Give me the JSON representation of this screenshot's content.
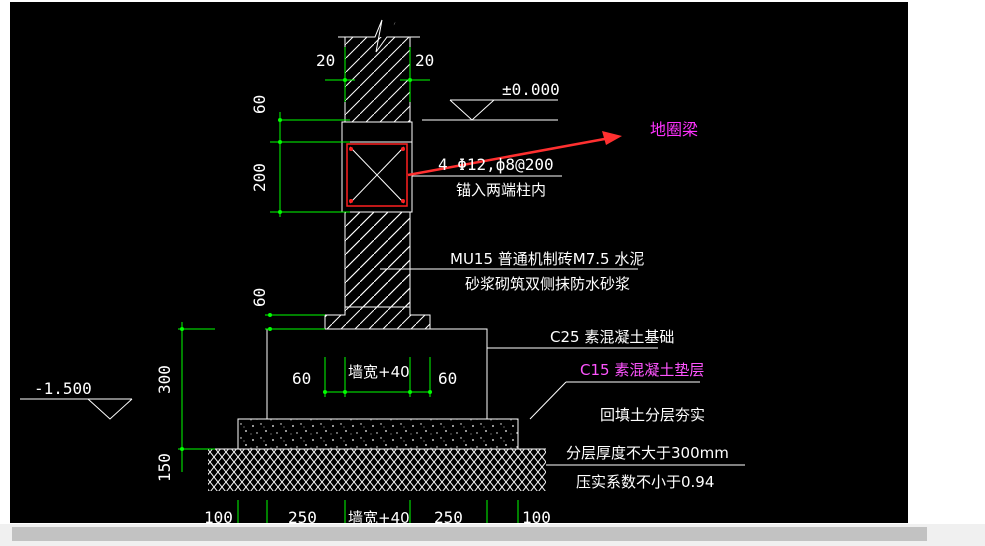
{
  "drawing": {
    "labels": {
      "dim_wall_left": "20",
      "dim_wall_right": "20",
      "elevation_top": "±0.000",
      "dim_60_top": "60",
      "dim_200": "200",
      "rebar_spec": "4 Φ12,ф8@200",
      "anchor_note": "锚入两端柱内",
      "brick_spec_1": "MU15 普通机制砖M7.5 水泥",
      "brick_spec_2": "砂浆砌筑双侧抹防水砂浆",
      "dim_60_mid": "60",
      "footing_spec": "C25 素混凝土基础",
      "cushion_spec": "C15 素混凝土垫层",
      "dim_300": "300",
      "dim_60_left": "60",
      "wall_width_plus": "墙宽+40",
      "dim_60_right": "60",
      "elevation_bottom": "-1.500",
      "backfill_1": "回填土分层夯实",
      "backfill_2": "分层厚度不大于300mm",
      "backfill_3": "压实系数不小于0.94",
      "dim_150": "150",
      "bottom_100_left": "100",
      "bottom_250_left": "250",
      "bottom_wall_plus": "墙宽+40",
      "bottom_250_right": "250",
      "bottom_100_right": "100"
    },
    "annotation": "地圈梁",
    "colors": {
      "background": "#000000",
      "lines": "#ffffff",
      "dimensions": "#00ff00",
      "beam_box": "#ff2020",
      "arrow": "#ff3030",
      "annotation_text": "#ff33ff",
      "cushion_label": "#ff55ff"
    }
  }
}
